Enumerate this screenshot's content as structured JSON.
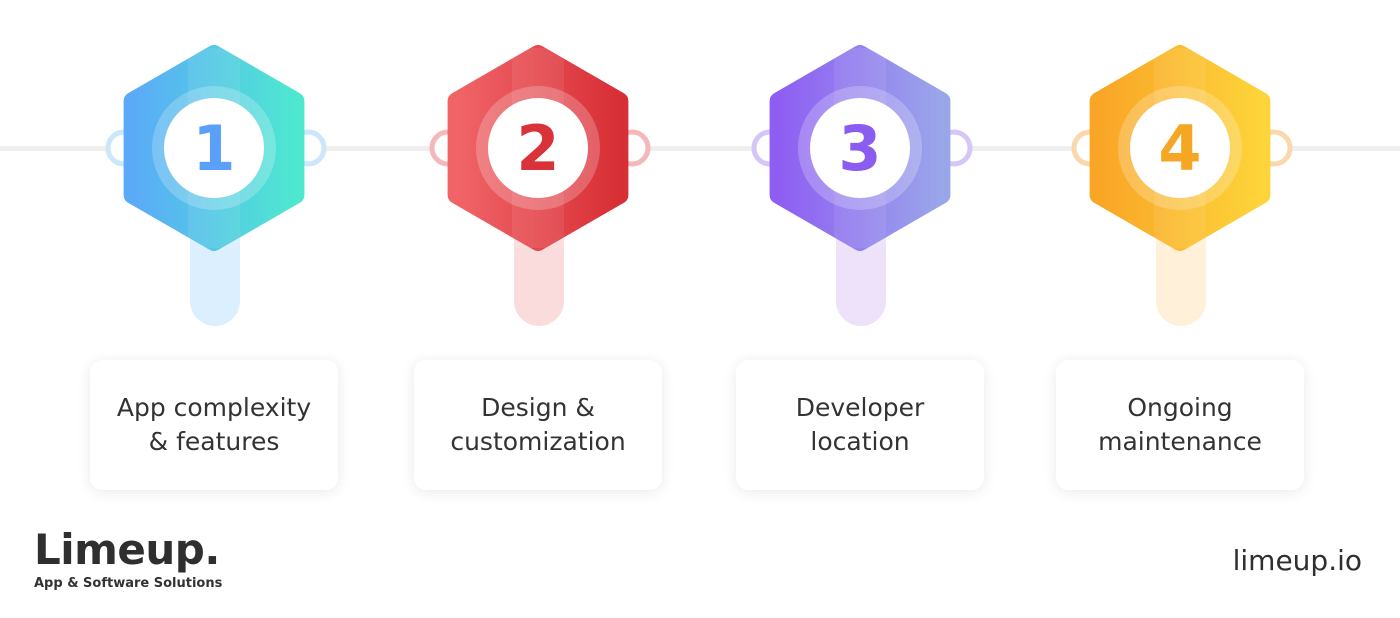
{
  "steps": [
    {
      "number": "1",
      "label": "App complexity & features",
      "color": "#5aa0f8",
      "gradient_start": "#5aaaf8",
      "gradient_end": "#4ee8d0",
      "stem_color": "#dcefff",
      "ring_color": "#cce6fb"
    },
    {
      "number": "2",
      "label": "Design & customization",
      "color": "#d93239",
      "gradient_start": "#f06468",
      "gradient_end": "#d82f36",
      "stem_color": "#fbdcdc",
      "ring_color": "#f3b8ba"
    },
    {
      "number": "3",
      "label": "Developer location",
      "color": "#8a5cf0",
      "gradient_start": "#8e5ef2",
      "gradient_end": "#9aa6ea",
      "stem_color": "#ede2fa",
      "ring_color": "#d6c6f7"
    },
    {
      "number": "4",
      "label": "Ongoing maintenance",
      "color": "#f5a623",
      "gradient_start": "#f9a526",
      "gradient_end": "#fdd43a",
      "stem_color": "#fff0d9",
      "ring_color": "#fbd7ad"
    }
  ],
  "brand": {
    "name": "Limeup.",
    "tagline": "App & Software Solutions"
  },
  "site_url": "limeup.io"
}
